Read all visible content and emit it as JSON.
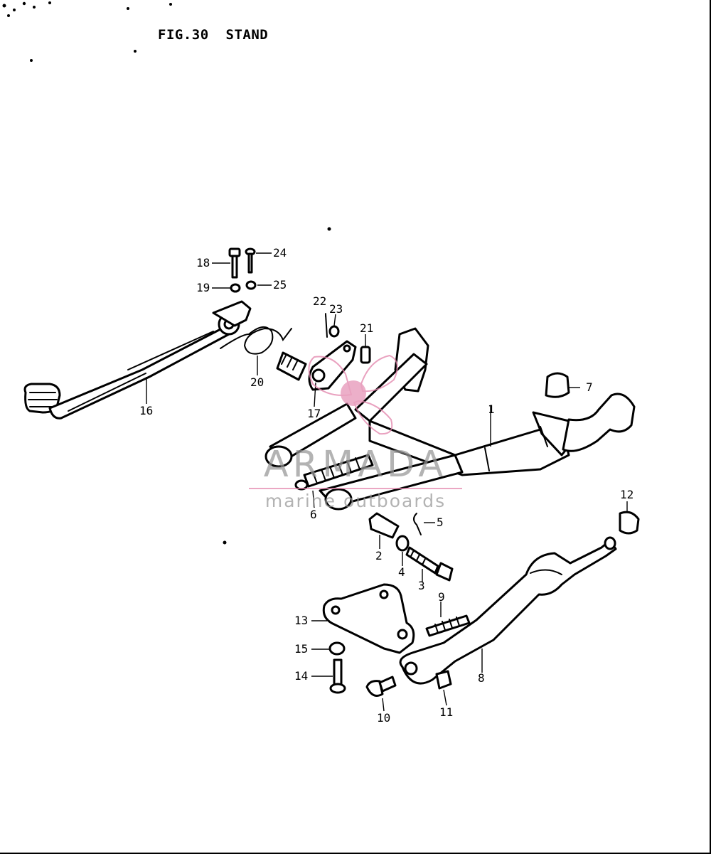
{
  "figure": {
    "title": "FIG.30  STAND"
  },
  "callouts": [
    {
      "id": "c1",
      "number": "1"
    },
    {
      "id": "c2",
      "number": "2"
    },
    {
      "id": "c3",
      "number": "3"
    },
    {
      "id": "c4",
      "number": "4"
    },
    {
      "id": "c5",
      "number": "5"
    },
    {
      "id": "c6",
      "number": "6"
    },
    {
      "id": "c7",
      "number": "7"
    },
    {
      "id": "c8",
      "number": "8"
    },
    {
      "id": "c9",
      "number": "9"
    },
    {
      "id": "c10",
      "number": "10"
    },
    {
      "id": "c11",
      "number": "11"
    },
    {
      "id": "c12",
      "number": "12"
    },
    {
      "id": "c13",
      "number": "13"
    },
    {
      "id": "c14",
      "number": "14"
    },
    {
      "id": "c15",
      "number": "15"
    },
    {
      "id": "c16",
      "number": "16"
    },
    {
      "id": "c17",
      "number": "17"
    },
    {
      "id": "c18",
      "number": "18"
    },
    {
      "id": "c19",
      "number": "19"
    },
    {
      "id": "c20",
      "number": "20"
    },
    {
      "id": "c21",
      "number": "21"
    },
    {
      "id": "c22",
      "number": "22"
    },
    {
      "id": "c23",
      "number": "23"
    },
    {
      "id": "c24",
      "number": "24"
    },
    {
      "id": "c25",
      "number": "25"
    }
  ],
  "watermark": {
    "brand": "ARMADA",
    "tagline": "marine outboards",
    "accent_color": "#e282aa",
    "text_color": "#969696"
  }
}
